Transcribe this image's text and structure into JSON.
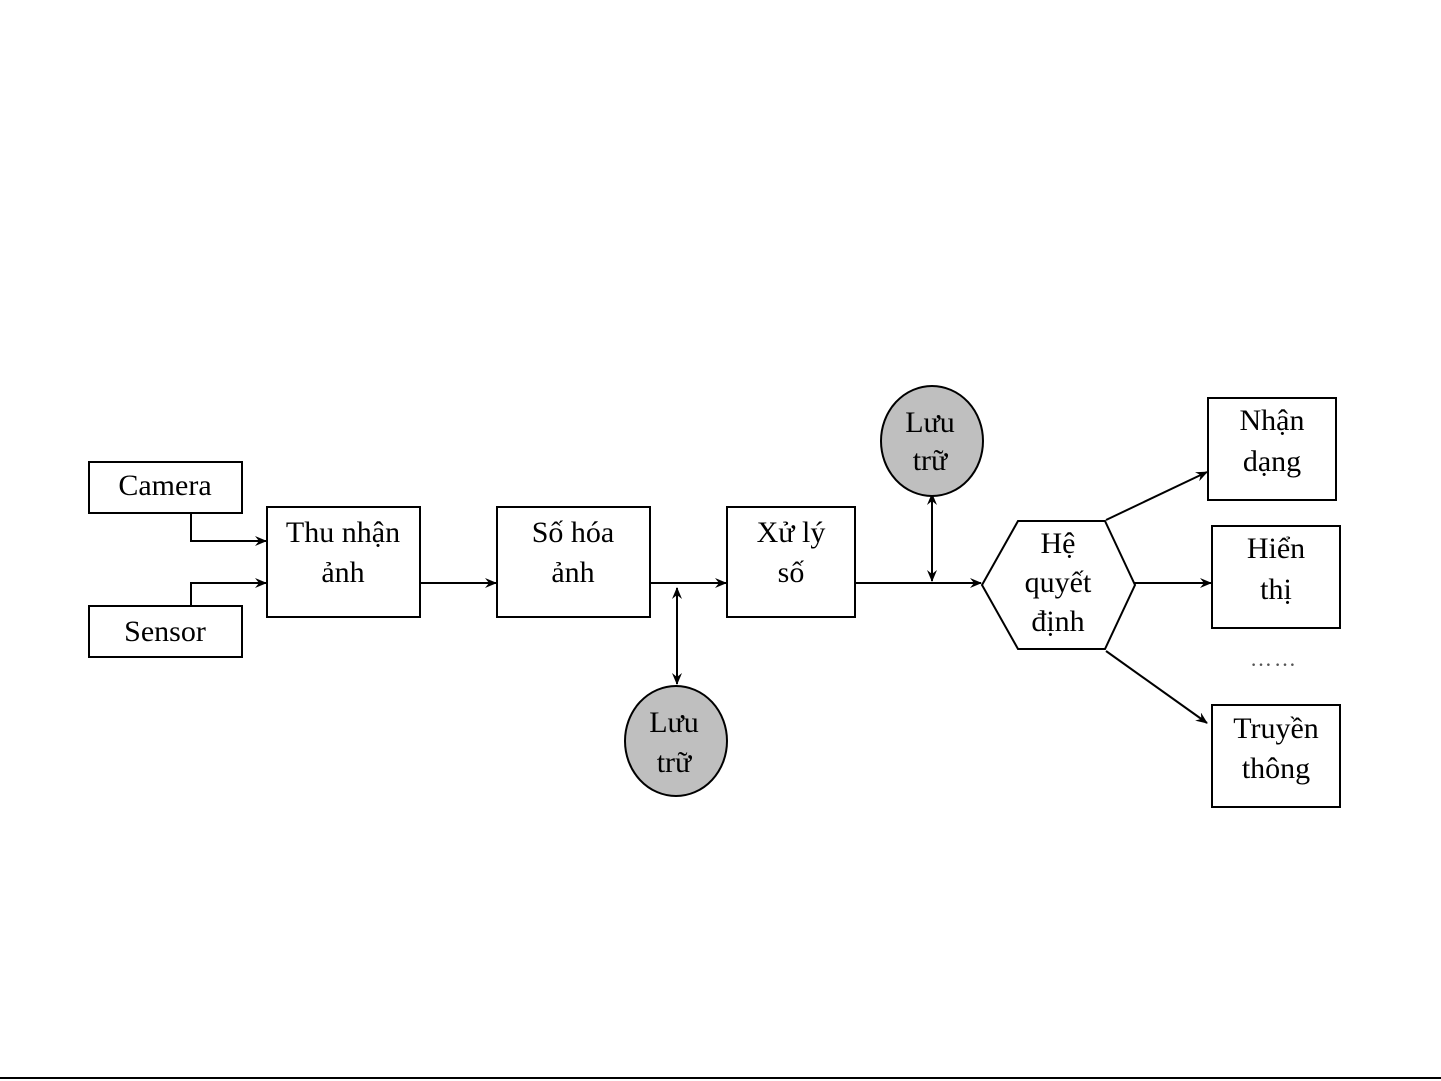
{
  "nodes": {
    "camera": "Camera",
    "sensor": "Sensor",
    "acquisition": [
      "Thu nhận",
      "ảnh"
    ],
    "digitization": [
      "Số hóa",
      "ảnh"
    ],
    "processing": [
      "Xử lý",
      "số"
    ],
    "storage_top": [
      "Lưu",
      "trữ"
    ],
    "storage_bottom": [
      "Lưu",
      "trữ"
    ],
    "decision": [
      "Hệ",
      "quyết",
      "định"
    ],
    "recognition": [
      "Nhận",
      "dạng"
    ],
    "display": [
      "Hiển",
      "thị"
    ],
    "communication": [
      "Truyền",
      "thông"
    ],
    "ellipsis": "……"
  },
  "colors": {
    "storage_fill": "#bfbfbf",
    "stroke": "#000000",
    "background": "#ffffff"
  }
}
